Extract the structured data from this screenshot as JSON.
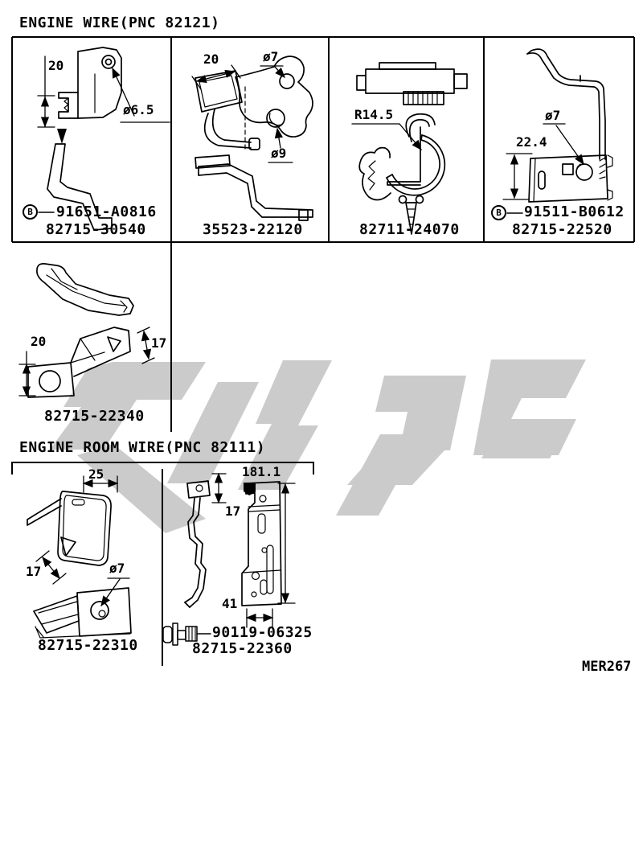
{
  "page": {
    "footer_code": "MER267",
    "paper_color": "#ffffff",
    "ink_color": "#000000",
    "watermark_color": "#cbcbcb"
  },
  "sections": {
    "engine_wire": {
      "title": "ENGINE WIRE(PNC 82121)",
      "panels": {
        "p30540": {
          "dim_height": "20",
          "dim_hole": "ø6.5",
          "marker": "B",
          "part_sub": "91651-A0816",
          "part_main": "82715-30540"
        },
        "p22120": {
          "dim_width": "20",
          "dim_hole_top": "ø7",
          "dim_hole_bottom": "ø9",
          "part_main": "35523-22120"
        },
        "p24070": {
          "dim_radius": "R14.5",
          "part_main": "82711-24070"
        },
        "p22520": {
          "dim_hole": "ø7",
          "dim_height": "22.4",
          "marker": "B",
          "part_sub": "91511-B0612",
          "part_main": "82715-22520"
        },
        "p22340": {
          "dim_height": "20",
          "dim_side": "17",
          "part_main": "82715-22340"
        }
      }
    },
    "engine_room_wire": {
      "title": "ENGINE ROOM WIRE(PNC 82111)",
      "panels": {
        "p22310": {
          "dim_width": "25",
          "dim_side": "17",
          "dim_hole": "ø7",
          "part_main": "82715-22310"
        },
        "p22360": {
          "dim_gap": "17",
          "dim_height": "181.1",
          "dim_width": "41",
          "part_bolt": "90119-06325",
          "part_main": "82715-22360"
        }
      }
    }
  }
}
